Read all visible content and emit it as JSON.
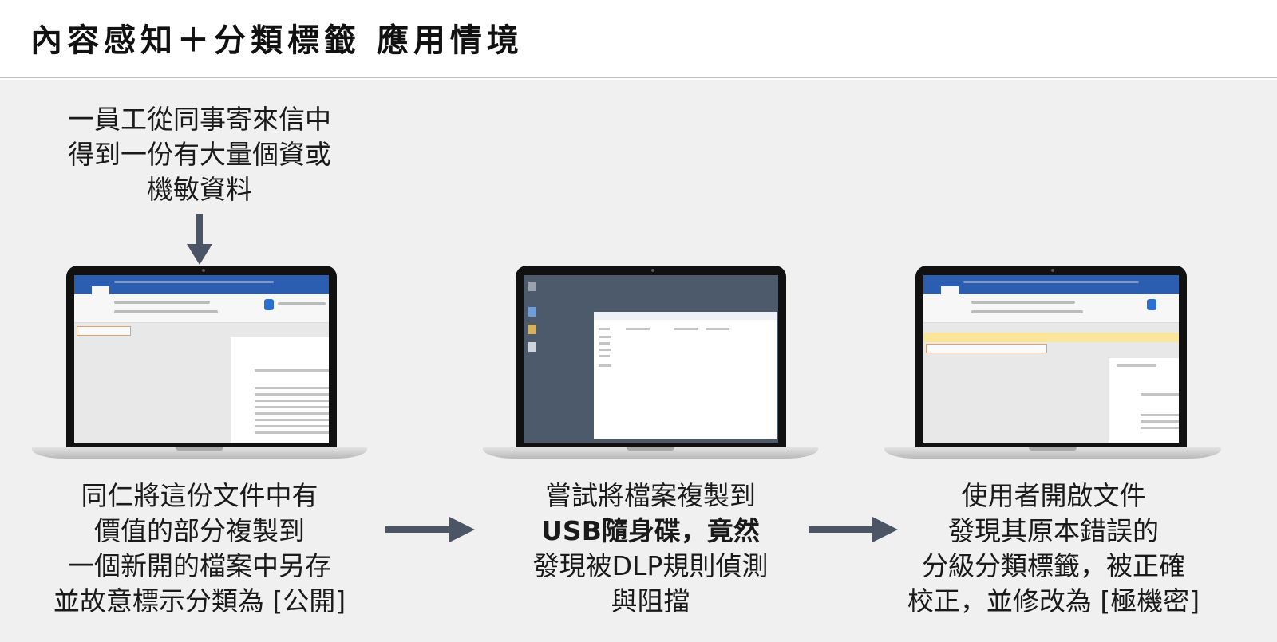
{
  "title": "內容感知＋分類標籤 應用情境",
  "intro": {
    "lines": [
      "一員工從同事寄來信中",
      "得到一份有大量個資或",
      "機敏資料"
    ]
  },
  "steps": [
    {
      "lines": [
        "同仁將這份文件中有",
        "價值的部分複製到",
        "一個新開的檔案中另存",
        "並故意標示分類為 [公開]"
      ]
    },
    {
      "lines": [
        "嘗試將檔案複製到",
        "USB隨身碟，竟然",
        "發現被DLP規則偵測",
        "與阻擋"
      ]
    },
    {
      "lines": [
        "使用者開啟文件",
        "發現其原本錯誤的",
        "分級分類標籤，被正確",
        "校正，並修改為 [極機密]"
      ]
    }
  ],
  "colors": {
    "arrow": "#4b5566",
    "ribbon": "#2b5eb0",
    "desktop": "#4d5a6b"
  }
}
